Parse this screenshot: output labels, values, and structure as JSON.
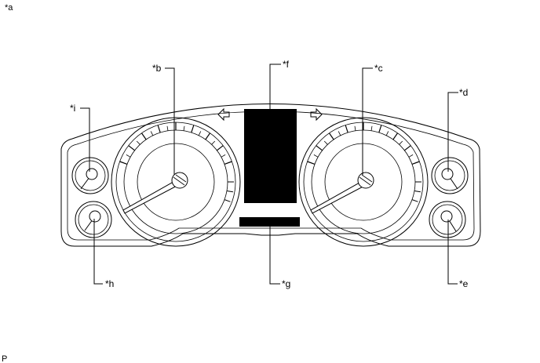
{
  "figure": {
    "corner_label": "*a",
    "footer_code": "P"
  },
  "callouts": {
    "b": "*b",
    "c": "*c",
    "d": "*d",
    "e": "*e",
    "f": "*f",
    "g": "*g",
    "h": "*h",
    "i": "*i"
  },
  "icons": [
    "turn-left-arrow-icon",
    "turn-right-arrow-icon",
    "gauge-needle-icon"
  ],
  "colors": {
    "line": "#000000",
    "display": "#000000",
    "background": "#ffffff"
  }
}
